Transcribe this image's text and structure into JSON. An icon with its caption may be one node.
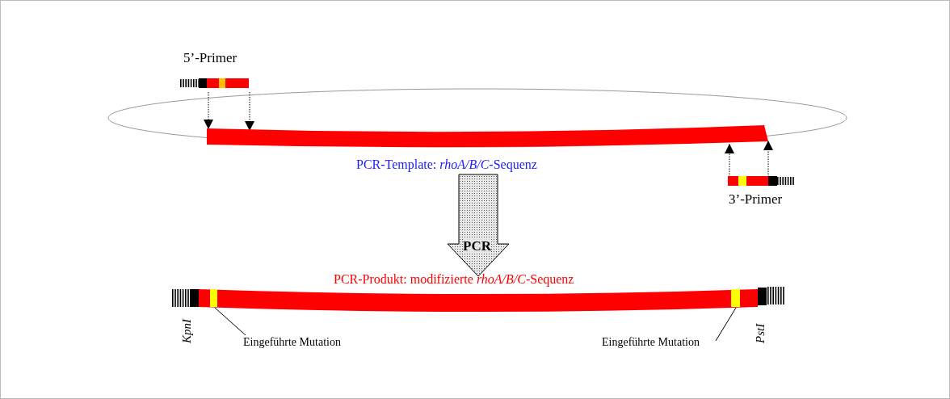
{
  "diagram": {
    "nodes": [
      {
        "text": [
          "5’-Primer"
        ]
      },
      {
        "text": [
          "PCR-Template: *rhoA/B/C*-Sequenz"
        ]
      },
      {
        "text": [
          "3’-Primer"
        ]
      },
      {
        "text": [
          "PCR-Produkt: modifizierte *rhoA/B/C*-Sequenz"
        ]
      },
      {
        "text": [],
        "shape": "bar",
        "in": 3
      },
      {
        "text": [],
        "shape": "bar",
        "in": 3
      },
      {
        "text": [
          "Eingeführte Mutation"
        ]
      },
      {
        "text": [
          "Eingeführte Mutation"
        ]
      }
    ],
    "edges": [
      {
        "from": 0,
        "to": 1,
        "arrow": "to",
        "style": "dashed"
      },
      {
        "from": 0,
        "to": 1,
        "arrow": "to",
        "style": "dashed"
      },
      {
        "from": 2,
        "to": 1,
        "arrow": "to",
        "style": "dashed"
      },
      {
        "from": 2,
        "to": 1,
        "arrow": "to",
        "style": "dashed"
      },
      {
        "from": 1,
        "to": 3,
        "arrow": "to",
        "label": "PCR",
        "style": "thick"
      },
      {
        "from": 6,
        "to": 4,
        "arrow": "none"
      },
      {
        "from": 7,
        "to": 5,
        "arrow": "none"
      }
    ],
    "labels": [
      "KpnI",
      "PstI"
    ]
  }
}
